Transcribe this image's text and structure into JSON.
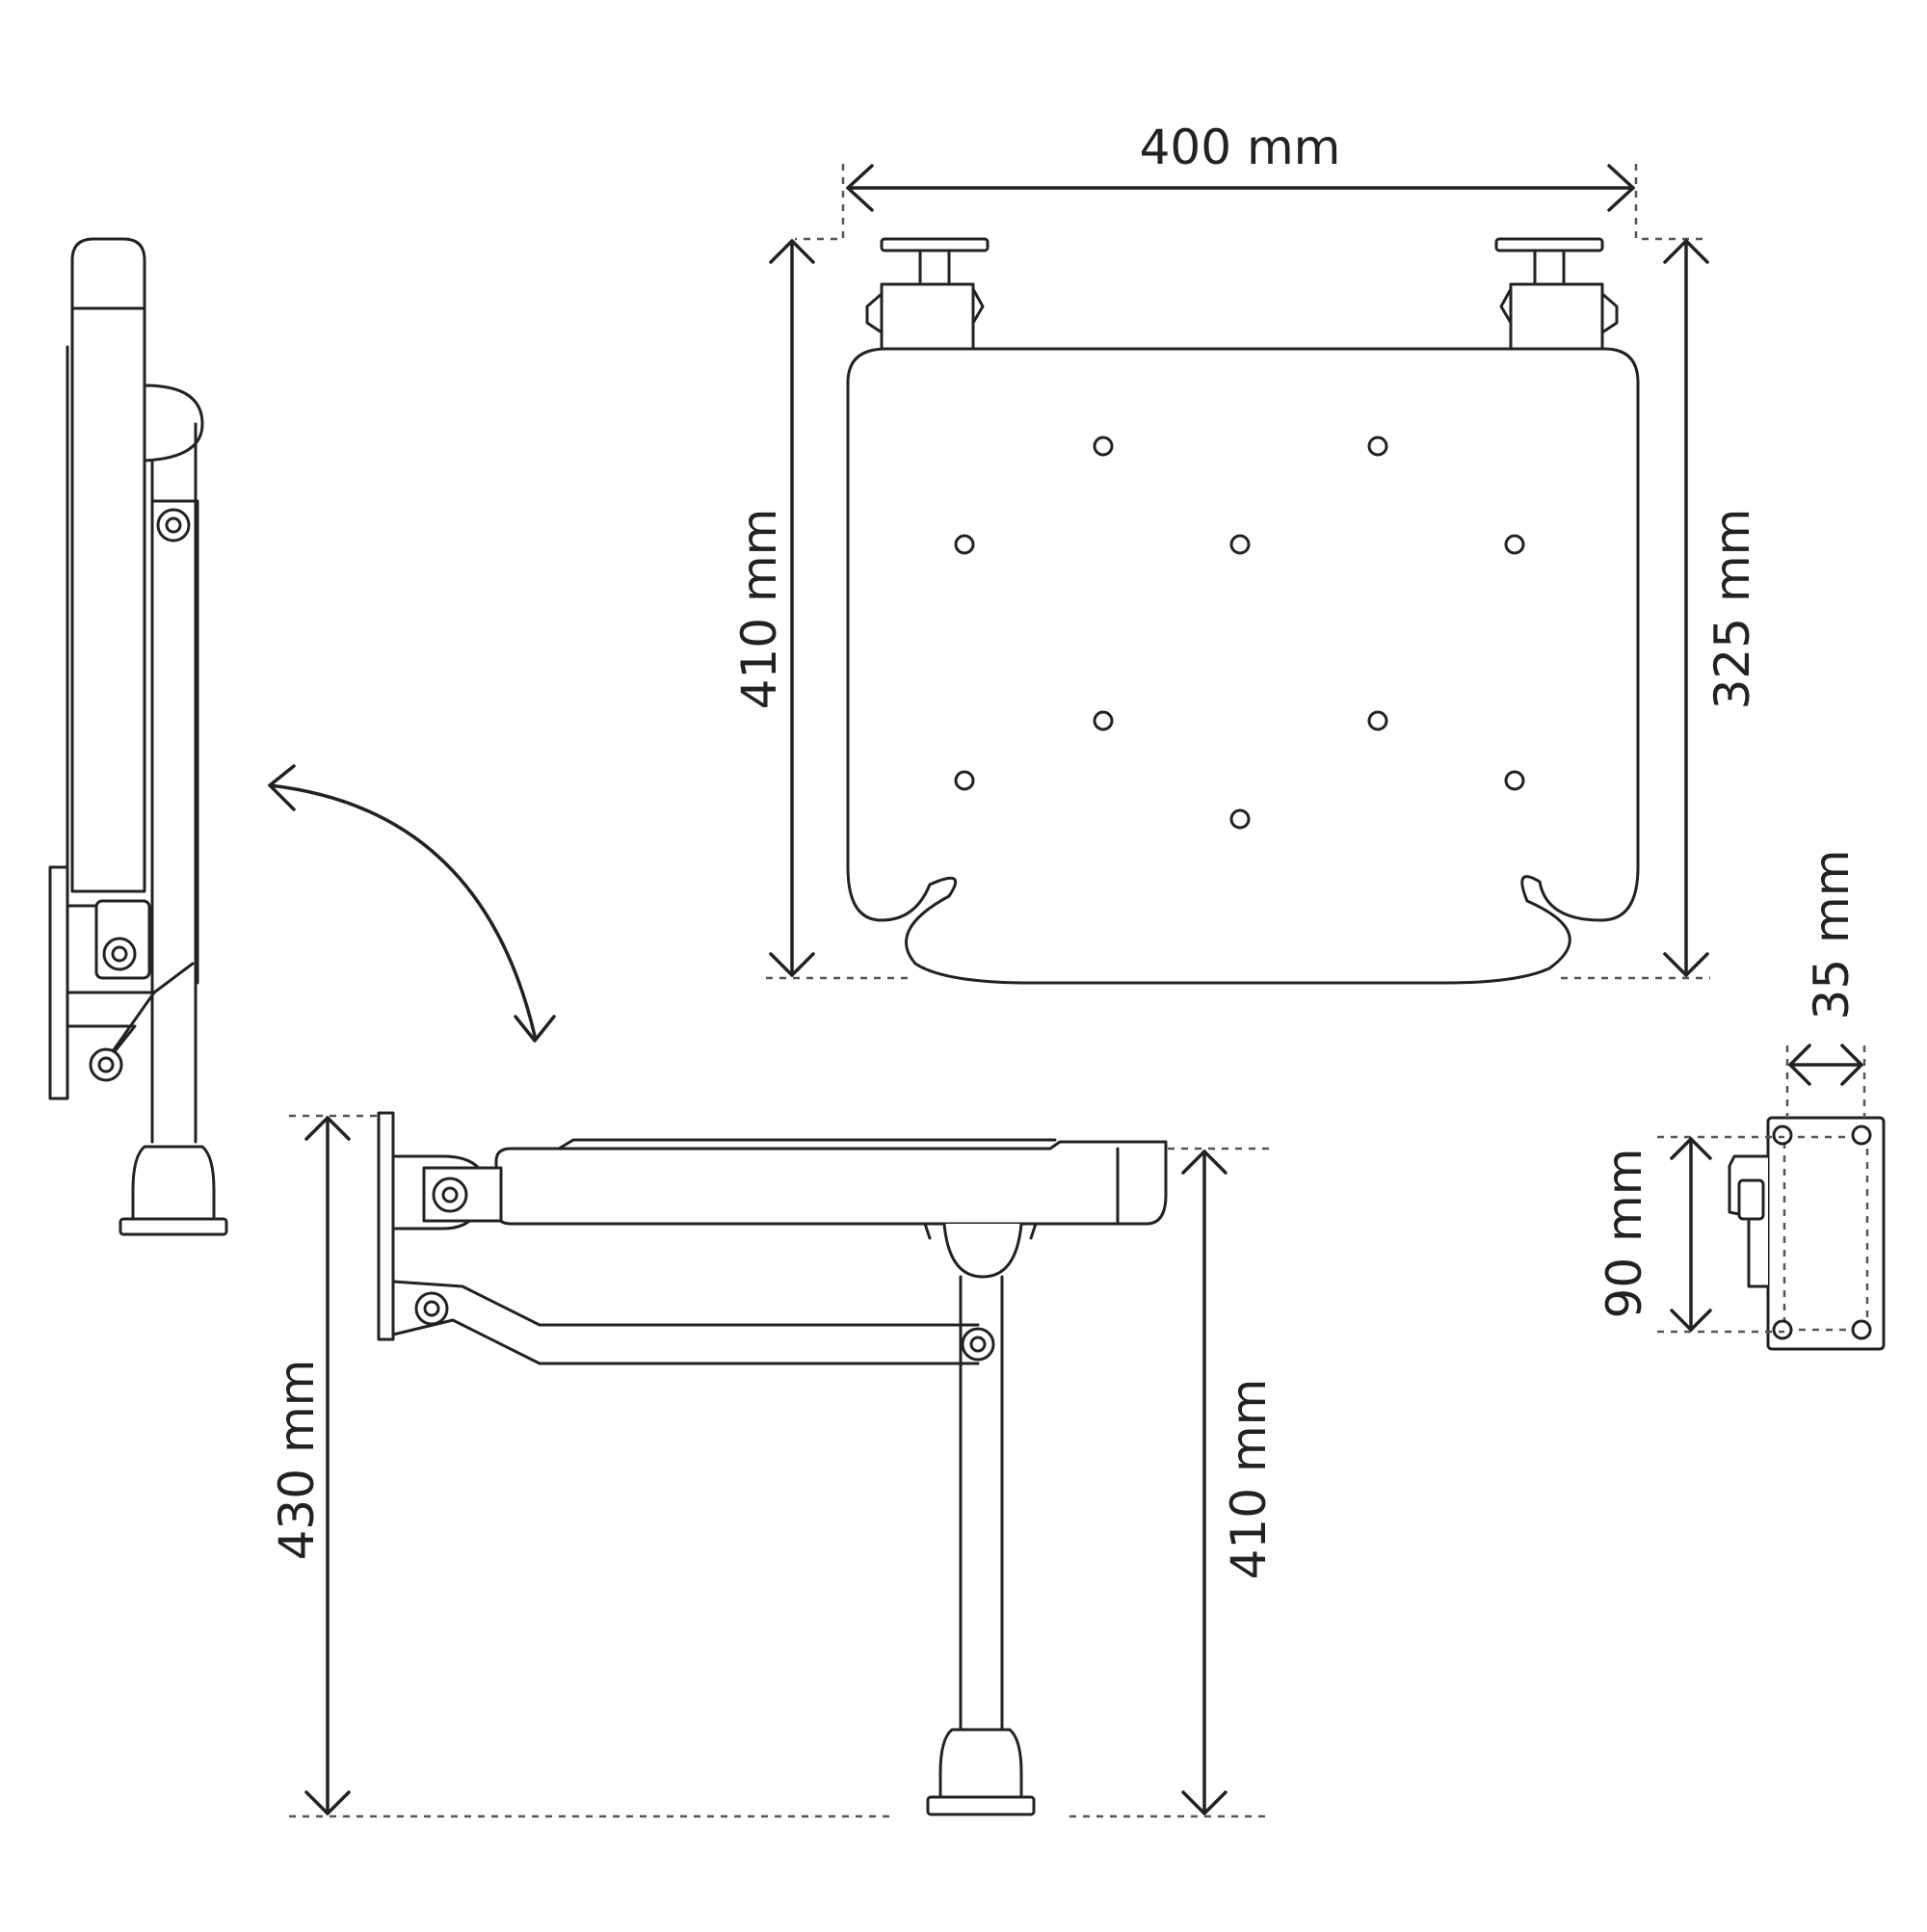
{
  "dimensions": {
    "seat_width": "400 mm",
    "seat_depth": "410 mm",
    "bracket_spacing": "325 mm",
    "bracket_thickness": "35 mm",
    "bracket_height": "90 mm",
    "seat_height_total": "430 mm",
    "leg_height": "410 mm"
  },
  "colors": {
    "line": "#222222",
    "background": "#ffffff"
  }
}
